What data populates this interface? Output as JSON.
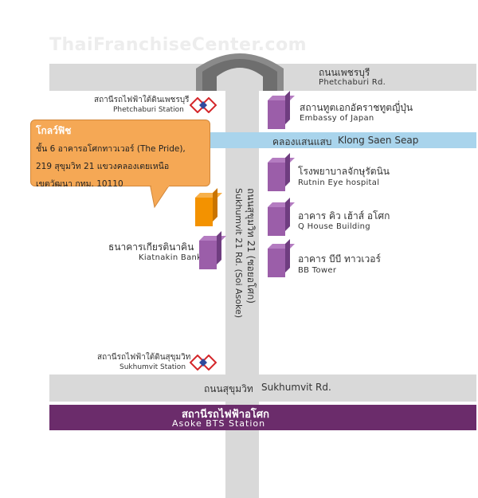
{
  "watermark": "ThaiFranchiseCenter.com",
  "roads": {
    "petchaburi": {
      "th": "ถนนเพชรบุรี",
      "en": "Phetchaburi Rd."
    },
    "sukhumvit": {
      "th": "ถนนสุขุมวิท",
      "en": "Sukhumvit Rd."
    },
    "soi_asoke": {
      "th": "ถนนสุขุมวิท 21 (ซอยอโศก)",
      "en": "Sukhumvit 21 Rd. (Soi Asoke)"
    },
    "canal": {
      "th": "คลองแสนแสบ",
      "en": "Klong Saen Seap"
    }
  },
  "stations": {
    "phetchaburi": {
      "th": "สถานีรถไฟฟ้าใต้ดินเพชรบุรี",
      "en": "Phetchaburi Station"
    },
    "sukhumvit": {
      "th": "สถานีรถไฟฟ้าใต้ดินสุขุมวิท",
      "en": "Sukhumvit Station"
    },
    "asoke_bts": {
      "th": "สถานีรถไฟฟ้าอโศก",
      "en": "Asoke BTS Station"
    }
  },
  "landmarks": {
    "embassy": {
      "th": "สถานทูตเอกอัคราชทูตญี่ปุ่น",
      "en": "Embassy of Japan"
    },
    "rutnin": {
      "th": "โรงพยาบาลจักษุรัตนิน",
      "en": "Rutnin Eye hospital"
    },
    "qhouse": {
      "th": "อาคาร คิว เฮ้าส์ อโศก",
      "en": "Q House Building"
    },
    "bbtower": {
      "th": "อาคาร บีบี ทาวเวอร์",
      "en": "BB Tower"
    },
    "kiatnakin": {
      "th": "ธนาคารเกียรตินาคิน",
      "en": "Kiatnakin Bank"
    }
  },
  "callout": {
    "title": "โกลว์ฟิช",
    "line1": "ชั้น   6 อาคารอโศกทาวเวอร์ (The Pride),",
    "line2": "219 สุขุมวิท   21   แขวงคลองเตยเหนือ",
    "line3": "เขตวัฒนา   กทม. 10110"
  },
  "colors": {
    "road": "#d9d9d9",
    "canal": "#a9d4ec",
    "building": "#9b5ea9",
    "bts_bar": "#6b2c6b",
    "callout": "#f5a855",
    "target": "#f39200",
    "metro_red": "#d4262a",
    "metro_blue": "#2e4a9e"
  },
  "icons": [
    "metro-logo-icon",
    "building-icon",
    "target-building-icon",
    "tunnel-icon"
  ]
}
